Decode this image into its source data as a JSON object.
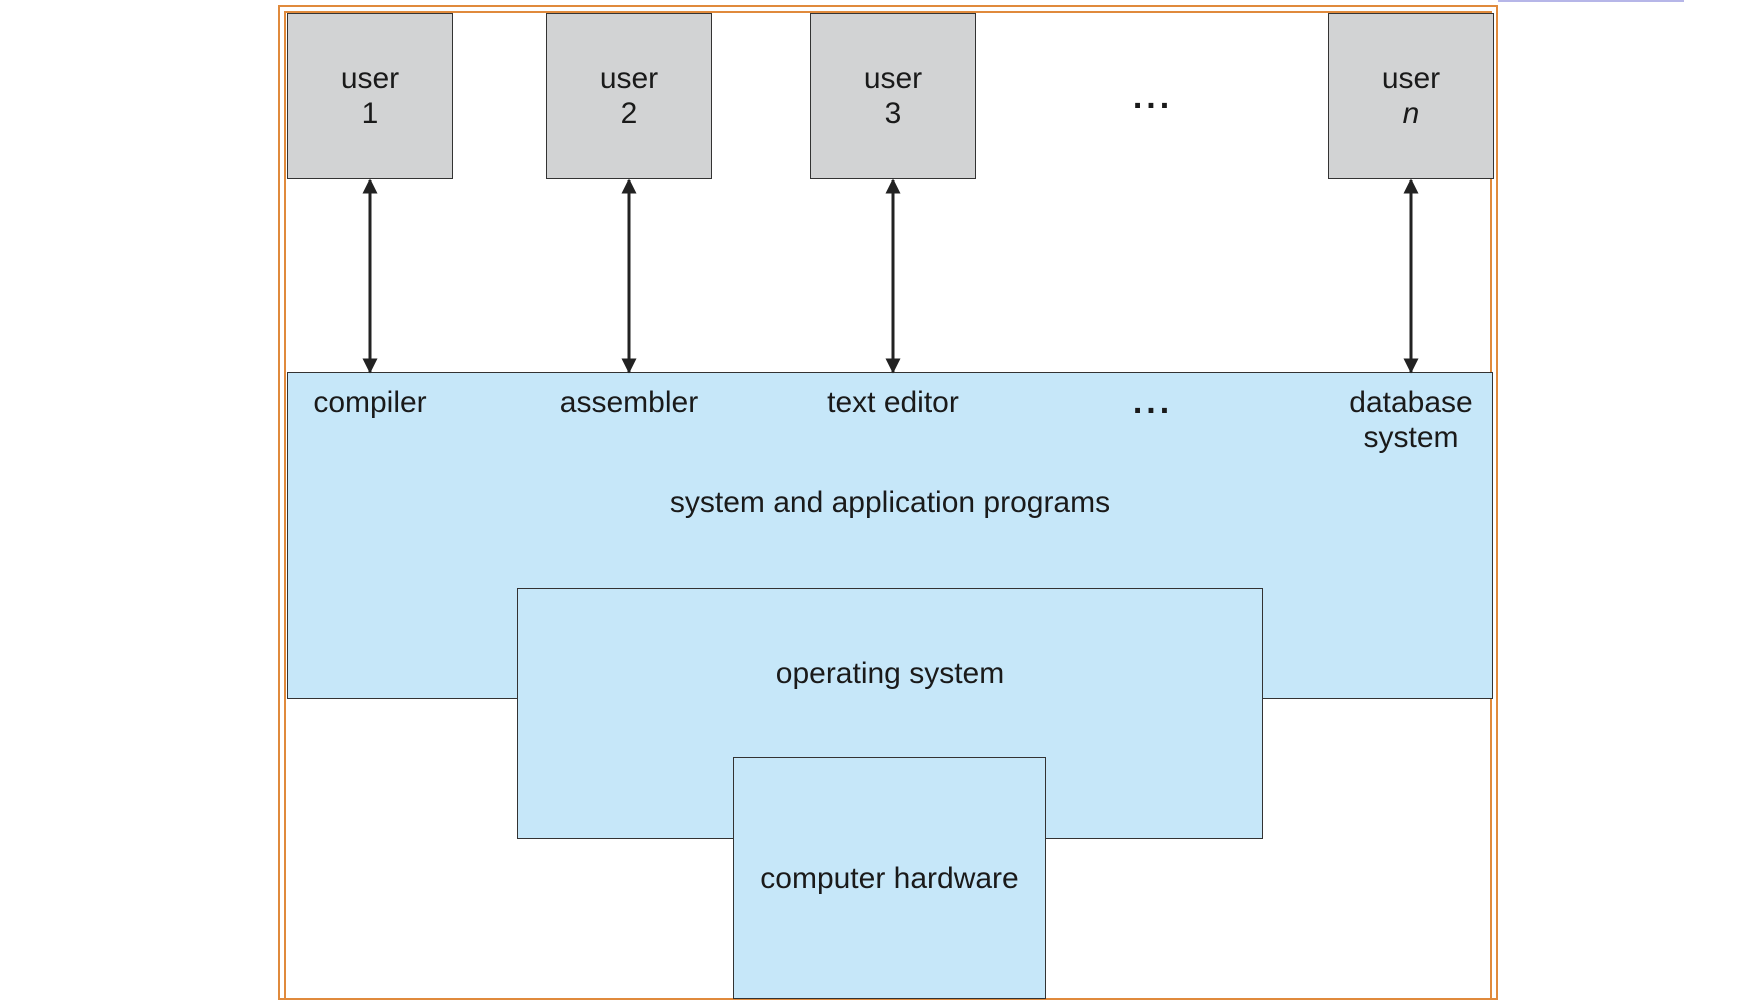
{
  "users": [
    {
      "label": "user",
      "num": "1",
      "italic": false
    },
    {
      "label": "user",
      "num": "2",
      "italic": false
    },
    {
      "label": "user",
      "num": "3",
      "italic": false
    },
    {
      "label": "user",
      "num": "n",
      "italic": true
    }
  ],
  "user_ellipsis": "...",
  "programs": [
    "compiler",
    "assembler",
    "text editor"
  ],
  "program_ellipsis": "...",
  "database_label": [
    "database",
    "system"
  ],
  "layers": {
    "apps": "system and application programs",
    "os": "operating system",
    "hardware": "computer hardware"
  },
  "colors": {
    "user_box": "#d2d3d4",
    "layer_fill": "#c6e7f9",
    "frame": "#e08a3c"
  }
}
